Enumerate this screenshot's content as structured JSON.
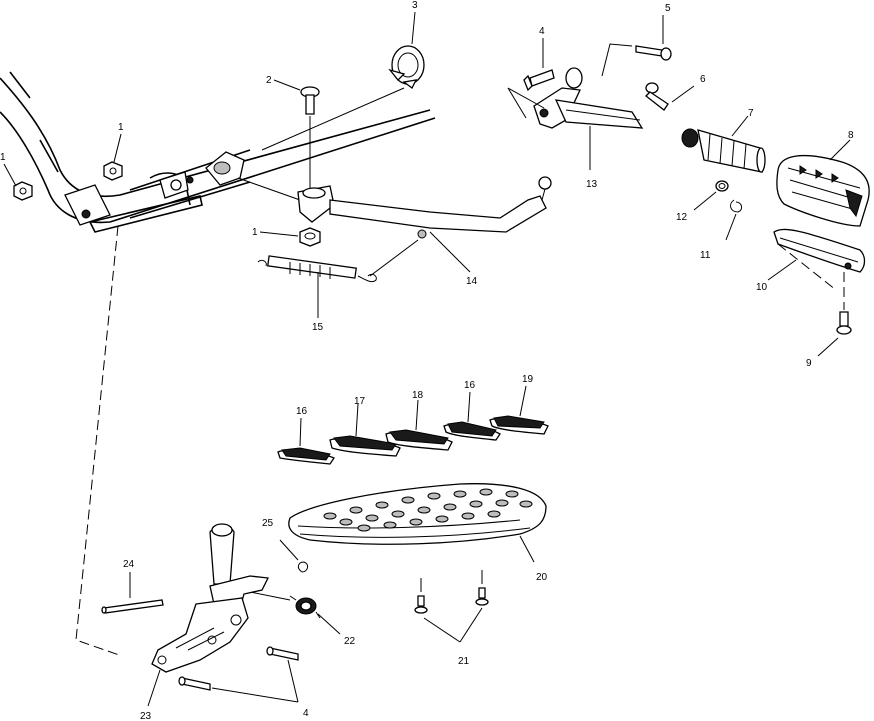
{
  "callouts": {
    "c1a": "1",
    "c1b": "1",
    "c1c": "1",
    "c2": "2",
    "c3": "3",
    "c4a": "4",
    "c4b": "4",
    "c5": "5",
    "c6": "6",
    "c7": "7",
    "c8": "8",
    "c9": "9",
    "c10": "10",
    "c11": "11",
    "c12": "12",
    "c13": "13",
    "c14": "14",
    "c15": "15",
    "c16a": "16",
    "c16b": "16",
    "c17": "17",
    "c18": "18",
    "c19": "19",
    "c20": "20",
    "c21": "21",
    "c22": "22",
    "c23": "23",
    "c24": "24",
    "c25": "25"
  }
}
